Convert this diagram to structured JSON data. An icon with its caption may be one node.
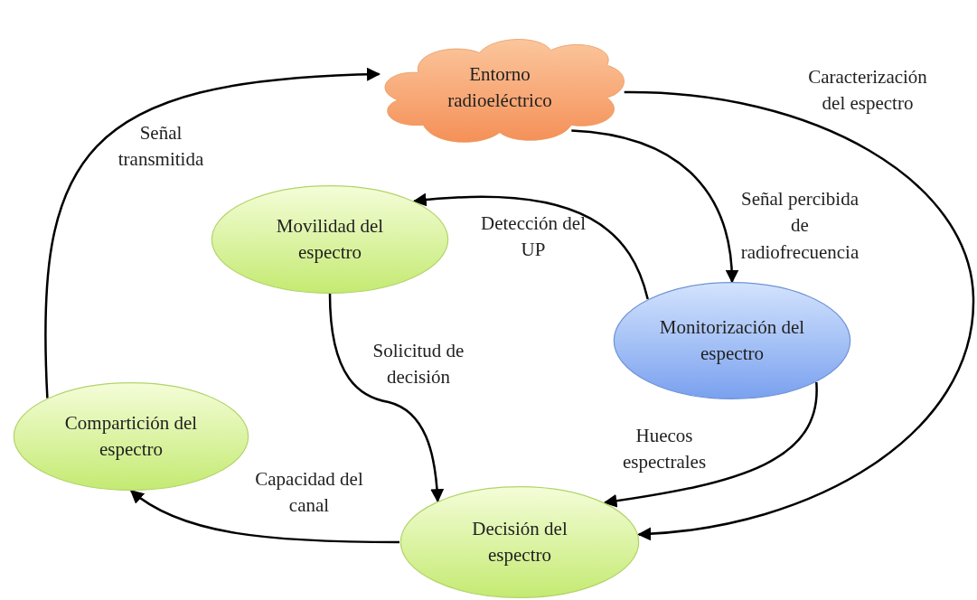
{
  "diagram": {
    "nodes": [
      {
        "text": [
          "Entorno radioeléctrico"
        ]
      },
      {
        "text": [
          "Movilidad del espectro"
        ]
      },
      {
        "text": [
          "Monitorización del espectro"
        ]
      },
      {
        "text": [
          "Compartición del espectro"
        ]
      },
      {
        "text": [
          "Decisión del espectro"
        ]
      }
    ],
    "edges": [
      {
        "from": 3,
        "to": 0,
        "arrow": "to",
        "label": "Señal transmitida"
      },
      {
        "from": 0,
        "to": 4,
        "arrow": "to",
        "label": "Caracterización del espectro"
      },
      {
        "from": 0,
        "to": 2,
        "arrow": "to",
        "label": "Señal percibida de radiofrecuencia"
      },
      {
        "from": 2,
        "to": 1,
        "arrow": "to",
        "label": "Detección del UP"
      },
      {
        "from": 1,
        "to": 4,
        "arrow": "to",
        "label": "Solicitud de decisión"
      },
      {
        "from": 2,
        "to": 4,
        "arrow": "to",
        "label": "Huecos espectrales"
      },
      {
        "from": 4,
        "to": 3,
        "arrow": "to",
        "label": "Capacidad del canal"
      }
    ]
  }
}
